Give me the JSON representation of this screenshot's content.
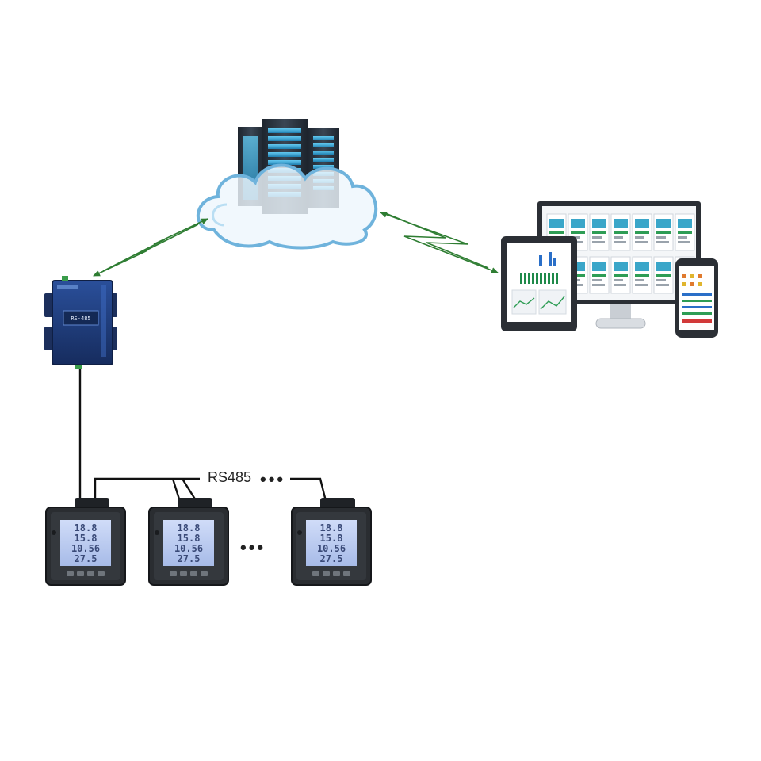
{
  "bus": {
    "label": "RS485",
    "trailing_dots": "•••"
  },
  "meters": {
    "gap_dots": "•••",
    "display_lines": [
      "18.8",
      "15.8",
      "10.56",
      "27.5"
    ]
  },
  "gateway": {
    "screen_text": "RS-485"
  },
  "colors": {
    "link_arrow": "#2e7d32",
    "cloud_stroke": "#6fb3dc",
    "cloud_fill": "#eef7fd",
    "server_body": "#2b3440",
    "server_glow": "#39a9d8",
    "gateway_body": "#1f3b7a",
    "meter_body": "#2a2d31",
    "meter_lcd": "#b7c8f0",
    "wire": "#111111"
  }
}
